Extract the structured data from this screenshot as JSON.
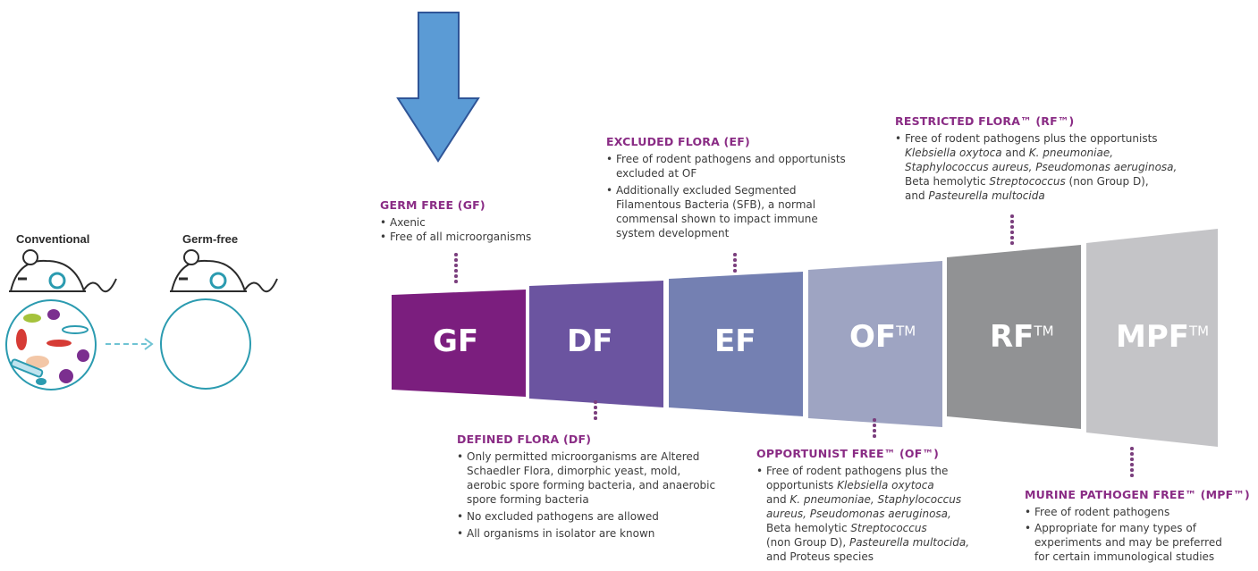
{
  "mouse_panel": {
    "conventional_label": "Conventional",
    "germfree_label": "Germ-free"
  },
  "blocks": [
    {
      "id": "gf",
      "label": "GF",
      "tm": "",
      "color": "#7b1e7e"
    },
    {
      "id": "df",
      "label": "DF",
      "tm": "",
      "color": "#6b54a0"
    },
    {
      "id": "ef",
      "label": "EF",
      "tm": "",
      "color": "#7480b2"
    },
    {
      "id": "of",
      "label": "OF",
      "tm": "TM",
      "color": "#9ea4c2"
    },
    {
      "id": "rf",
      "label": "RF",
      "tm": "TM",
      "color": "#919294"
    },
    {
      "id": "mpf",
      "label": "MPF",
      "tm": "TM",
      "color": "#c4c4c7"
    }
  ],
  "germ_free": {
    "heading": "GERM FREE (GF)",
    "bullets": [
      "Axenic",
      "Free of all microorganisms"
    ]
  },
  "excluded_flora": {
    "heading": "EXCLUDED FLORA (EF)",
    "bullets": [
      "Free of rodent pathogens and opportunists excluded at OF",
      "Additionally excluded Segmented Filamentous Bacteria (SFB), a normal commensal shown to impact immune system development"
    ]
  },
  "restricted_flora": {
    "heading": "RESTRICTED FLORA™ (RF™)",
    "bullet_parts": [
      "Free of rodent pathogens plus the opportunists",
      "Klebsiella oxytoca",
      "and",
      "K. pneumoniae,",
      "Staphylococcus aureus, Pseudomonas aeruginosa,",
      "Beta hemolytic",
      "Streptococcus",
      "(non Group D),",
      "and",
      "Pasteurella multocida"
    ]
  },
  "defined_flora": {
    "heading": "DEFINED FLORA (DF)",
    "bullets": [
      "Only permitted microorganisms are Altered Schaedler Flora, dimorphic yeast, mold, aerobic spore forming bacteria, and anaerobic spore forming bacteria",
      "No excluded pathogens are allowed",
      "All organisms in isolator are known"
    ]
  },
  "opportunist_free": {
    "heading": "OPPORTUNIST FREE™ (OF™)",
    "bullet_parts": [
      "Free of rodent pathogens plus the",
      "opportunists",
      "Klebsiella oxytoca",
      "and",
      "K. pneumoniae, Staphylococcus",
      "aureus, Pseudomonas aeruginosa,",
      "Beta hemolytic",
      "Streptococcus",
      "(non Group D),",
      "Pasteurella multocida,",
      "and Proteus species"
    ]
  },
  "murine_pathogen_free": {
    "heading": "MURINE PATHOGEN FREE™ (MPF™)",
    "bullets": [
      "Free of rodent pathogens",
      "Appropriate for many types of experiments and may be preferred for certain immunological studies"
    ]
  },
  "colors": {
    "arrow_fill": "#5b9bd5",
    "arrow_stroke": "#2f5597",
    "heading": "#8a2c85",
    "dots": "#7a3e7d"
  }
}
